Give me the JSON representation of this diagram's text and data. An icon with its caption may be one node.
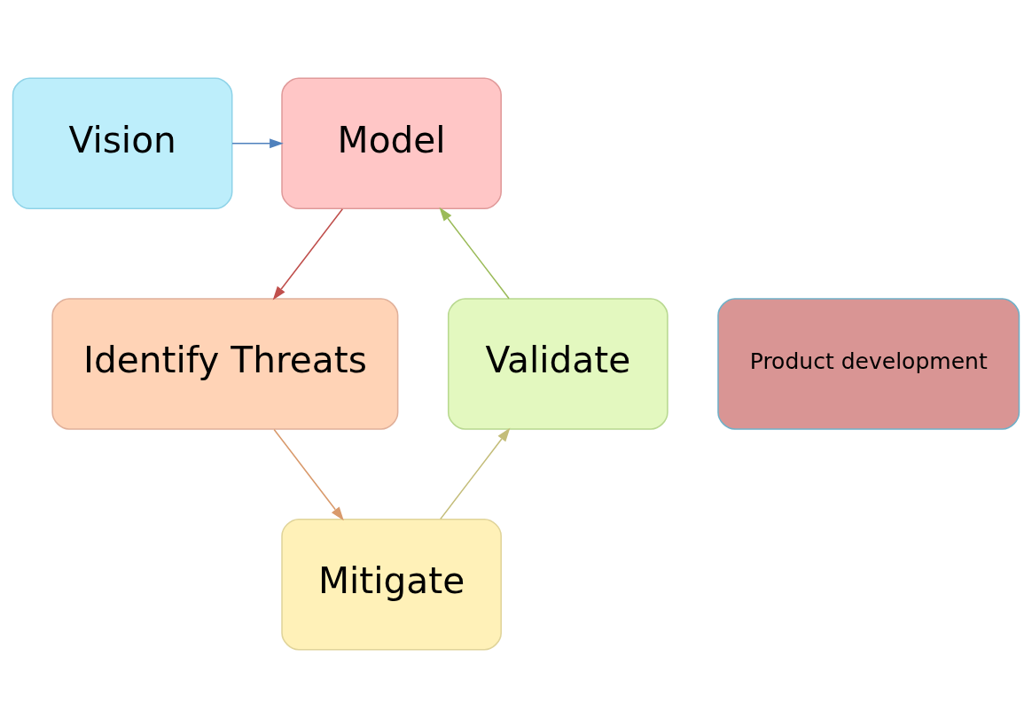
{
  "diagram": {
    "nodes": [
      {
        "text": [
          "Vision"
        ]
      },
      {
        "text": [
          "Model"
        ]
      },
      {
        "text": [
          "Identify Threats"
        ]
      },
      {
        "text": [
          "Mitigate"
        ]
      },
      {
        "text": [
          "Validate"
        ]
      },
      {
        "text": [
          "Product development"
        ]
      }
    ],
    "edges": [
      {
        "from": 0,
        "to": 1,
        "arrow": "to",
        "color": "#4f81bd"
      },
      {
        "from": 1,
        "to": 2,
        "arrow": "to",
        "color": "#c0504d"
      },
      {
        "from": 2,
        "to": 3,
        "arrow": "to",
        "color": "#d99a6c"
      },
      {
        "from": 3,
        "to": 4,
        "arrow": "to",
        "color": "#c4bd7a"
      },
      {
        "from": 4,
        "to": 1,
        "arrow": "to",
        "color": "#9bbb59"
      }
    ]
  }
}
